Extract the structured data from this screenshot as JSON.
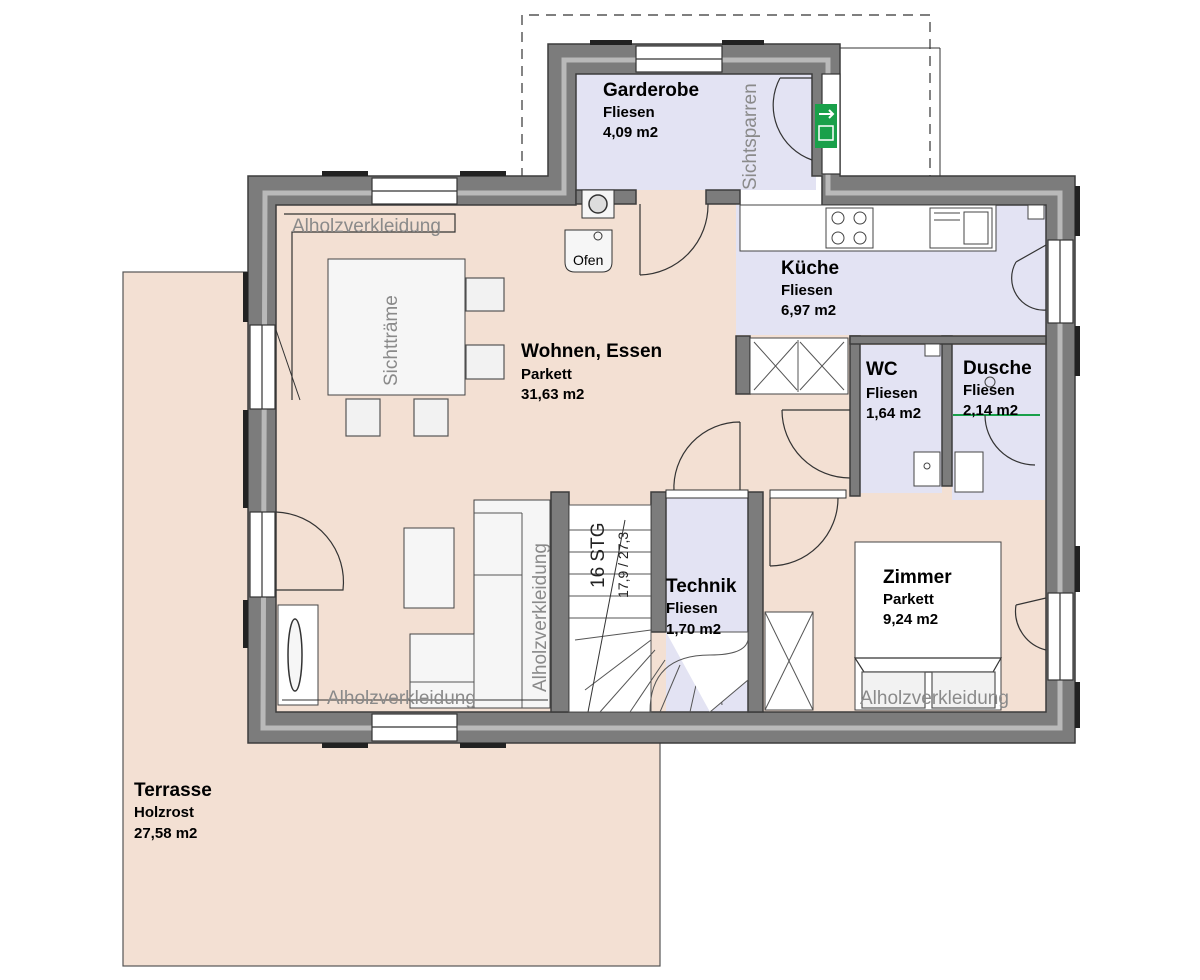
{
  "rooms": {
    "garderobe": {
      "name": "Garderobe",
      "floor": "Fliesen",
      "area": "4,09 m2"
    },
    "wohnen": {
      "name": "Wohnen, Essen",
      "floor": "Parkett",
      "area": "31,63 m2"
    },
    "kueche": {
      "name": "Küche",
      "floor": "Fliesen",
      "area": "6,97 m2"
    },
    "wc": {
      "name": "WC",
      "floor": "Fliesen",
      "area": "1,64 m2"
    },
    "dusche": {
      "name": "Dusche",
      "floor": "Fliesen",
      "area": "2,14 m2"
    },
    "technik": {
      "name": "Technik",
      "floor": "Fliesen",
      "area": "1,70 m2"
    },
    "zimmer": {
      "name": "Zimmer",
      "floor": "Parkett",
      "area": "9,24 m2"
    },
    "terrasse": {
      "name": "Terrasse",
      "floor": "Holzrost",
      "area": "27,58 m2"
    }
  },
  "labels": {
    "ofen": "Ofen",
    "sichtsparren": "Sichtsparren",
    "sichttraeme": "Sichtträme",
    "cladding_top": "Alholzverkleidung",
    "cladding_stair": "Alholzverkleidung",
    "cladding_bottom": "Alholzverkleidung",
    "cladding_zimmer": "Alholzverkleidung",
    "stairs_count": "16 STG",
    "stairs_ratio": "17,9 / 27,3"
  },
  "colors": {
    "living_floor": "#f3e0d3",
    "tile_floor": "#e3e3f3",
    "wall": "#7c7c7c",
    "exit_sign": "#19a04a"
  }
}
